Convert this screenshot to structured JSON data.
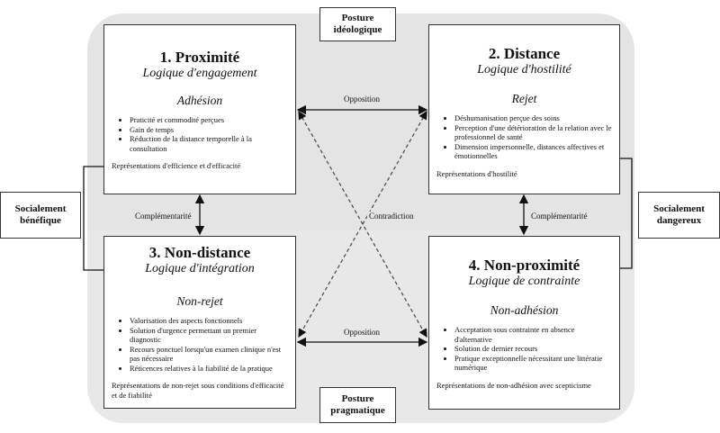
{
  "postures": {
    "top": "Posture idéologique",
    "bottom": "Posture pragmatique"
  },
  "sides": {
    "left": "Socialement bénéfique",
    "right": "Socialement dangereux"
  },
  "relations": {
    "opposition_top": "Opposition",
    "opposition_bottom": "Opposition",
    "complementarity_left": "Complémentarité",
    "complementarity_right": "Complémentarité",
    "contradiction": "Contradiction"
  },
  "quadrants": [
    {
      "title": "1. Proximité",
      "logic": "Logique d'engagement",
      "stance": "Adhésion",
      "items": [
        "Praticité et commodité perçues",
        "Gain de temps",
        "Réduction de la distance temporelle à la consultation"
      ],
      "representation": "Représentations d'efficience et d'efficacité"
    },
    {
      "title": "2. Distance",
      "logic": "Logique d'hostilité",
      "stance": "Rejet",
      "items": [
        "Déshumanisation perçue des soins",
        "Perception d'une détérioration de la relation avec le professionnel de santé",
        "Dimension impersonnelle, distances affectives et émotionnelles"
      ],
      "representation": "Représentations d'hostilité"
    },
    {
      "title": "3. Non-distance",
      "logic": "Logique d'intégration",
      "stance": "Non-rejet",
      "items": [
        "Valorisation des aspects fonctionnels",
        "Solution d'urgence permettant un premier diagnostic",
        "Recours ponctuel lorsqu'un examen clinique n'est pas nécessaire",
        "Réticences relatives à la fiabilité de la pratique"
      ],
      "representation": "Représentations de non-rejet sous conditions d'efficacité et de fiabilité"
    },
    {
      "title": "4. Non-proximité",
      "logic": "Logique de contrainte",
      "stance": "Non-adhésion",
      "items": [
        "Acceptation sous contrainte en absence d'alternative",
        "Solution de dernier recours",
        "Pratique exceptionnelle nécessitant une littératie numérique"
      ],
      "representation": "Représentations de non-adhésion avec scepticisme"
    }
  ]
}
